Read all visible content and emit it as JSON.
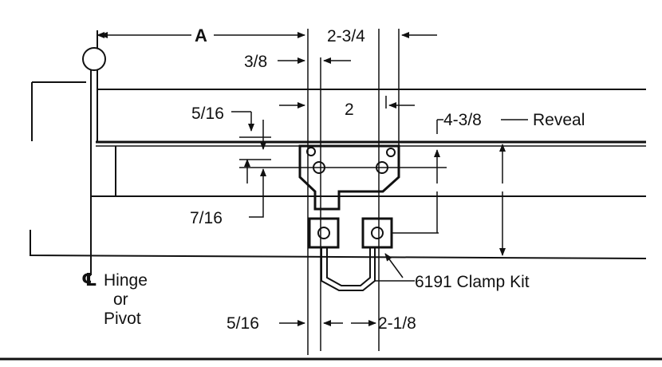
{
  "labels": {
    "dim_a": "A",
    "dim_2_3_4": "2-3/4",
    "dim_3_8": "3/8",
    "dim_2": "2",
    "dim_5_16_top": "5/16",
    "dim_4_3_8": "4-3/8",
    "reveal": "Reveal",
    "dim_7_16": "7/16",
    "centerline_symbol": "℄",
    "hinge": "Hinge",
    "or": "or",
    "pivot": "Pivot",
    "clamp_kit": "6191 Clamp Kit",
    "dim_5_16_bottom": "5/16",
    "dim_2_1_8": "2-1/8"
  }
}
